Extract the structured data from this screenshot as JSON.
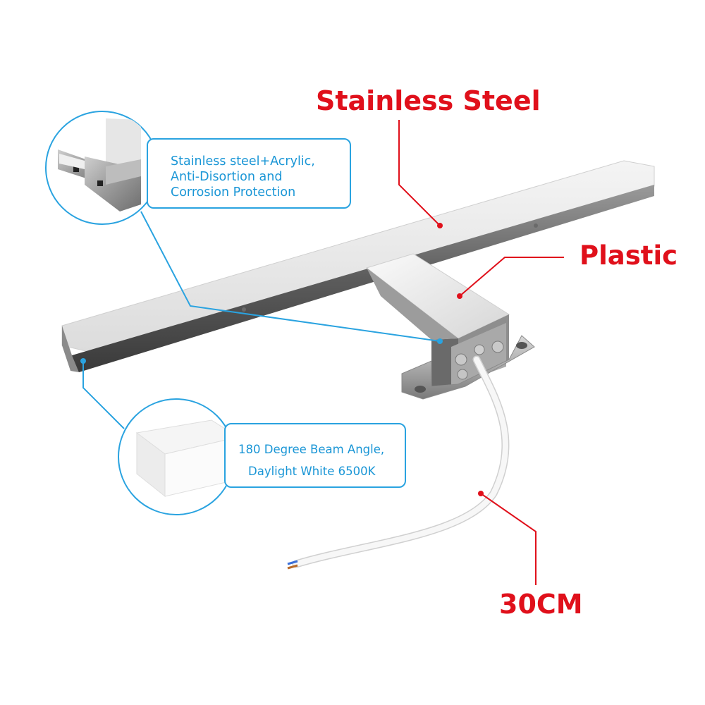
{
  "labels": {
    "stainless_steel": "Stainless Steel",
    "plastic": "Plastic",
    "cable_length": "30CM"
  },
  "callouts": {
    "bracket": {
      "lines": [
        "Stainless steel+Acrylic,",
        "Anti-Disortion and",
        "Corrosion Protection"
      ]
    },
    "diffuser": {
      "lines": [
        "180 Degree Beam Angle,",
        "Daylight White 6500K"
      ]
    }
  },
  "colors": {
    "label_red": "#e0101b",
    "callout_blue": "#2aa3e0",
    "callout_text": "#1a96d6"
  },
  "icons": [
    "led-mirror-light-image",
    "mounting-bracket-closeup",
    "diffuser-closeup",
    "cable-image"
  ]
}
